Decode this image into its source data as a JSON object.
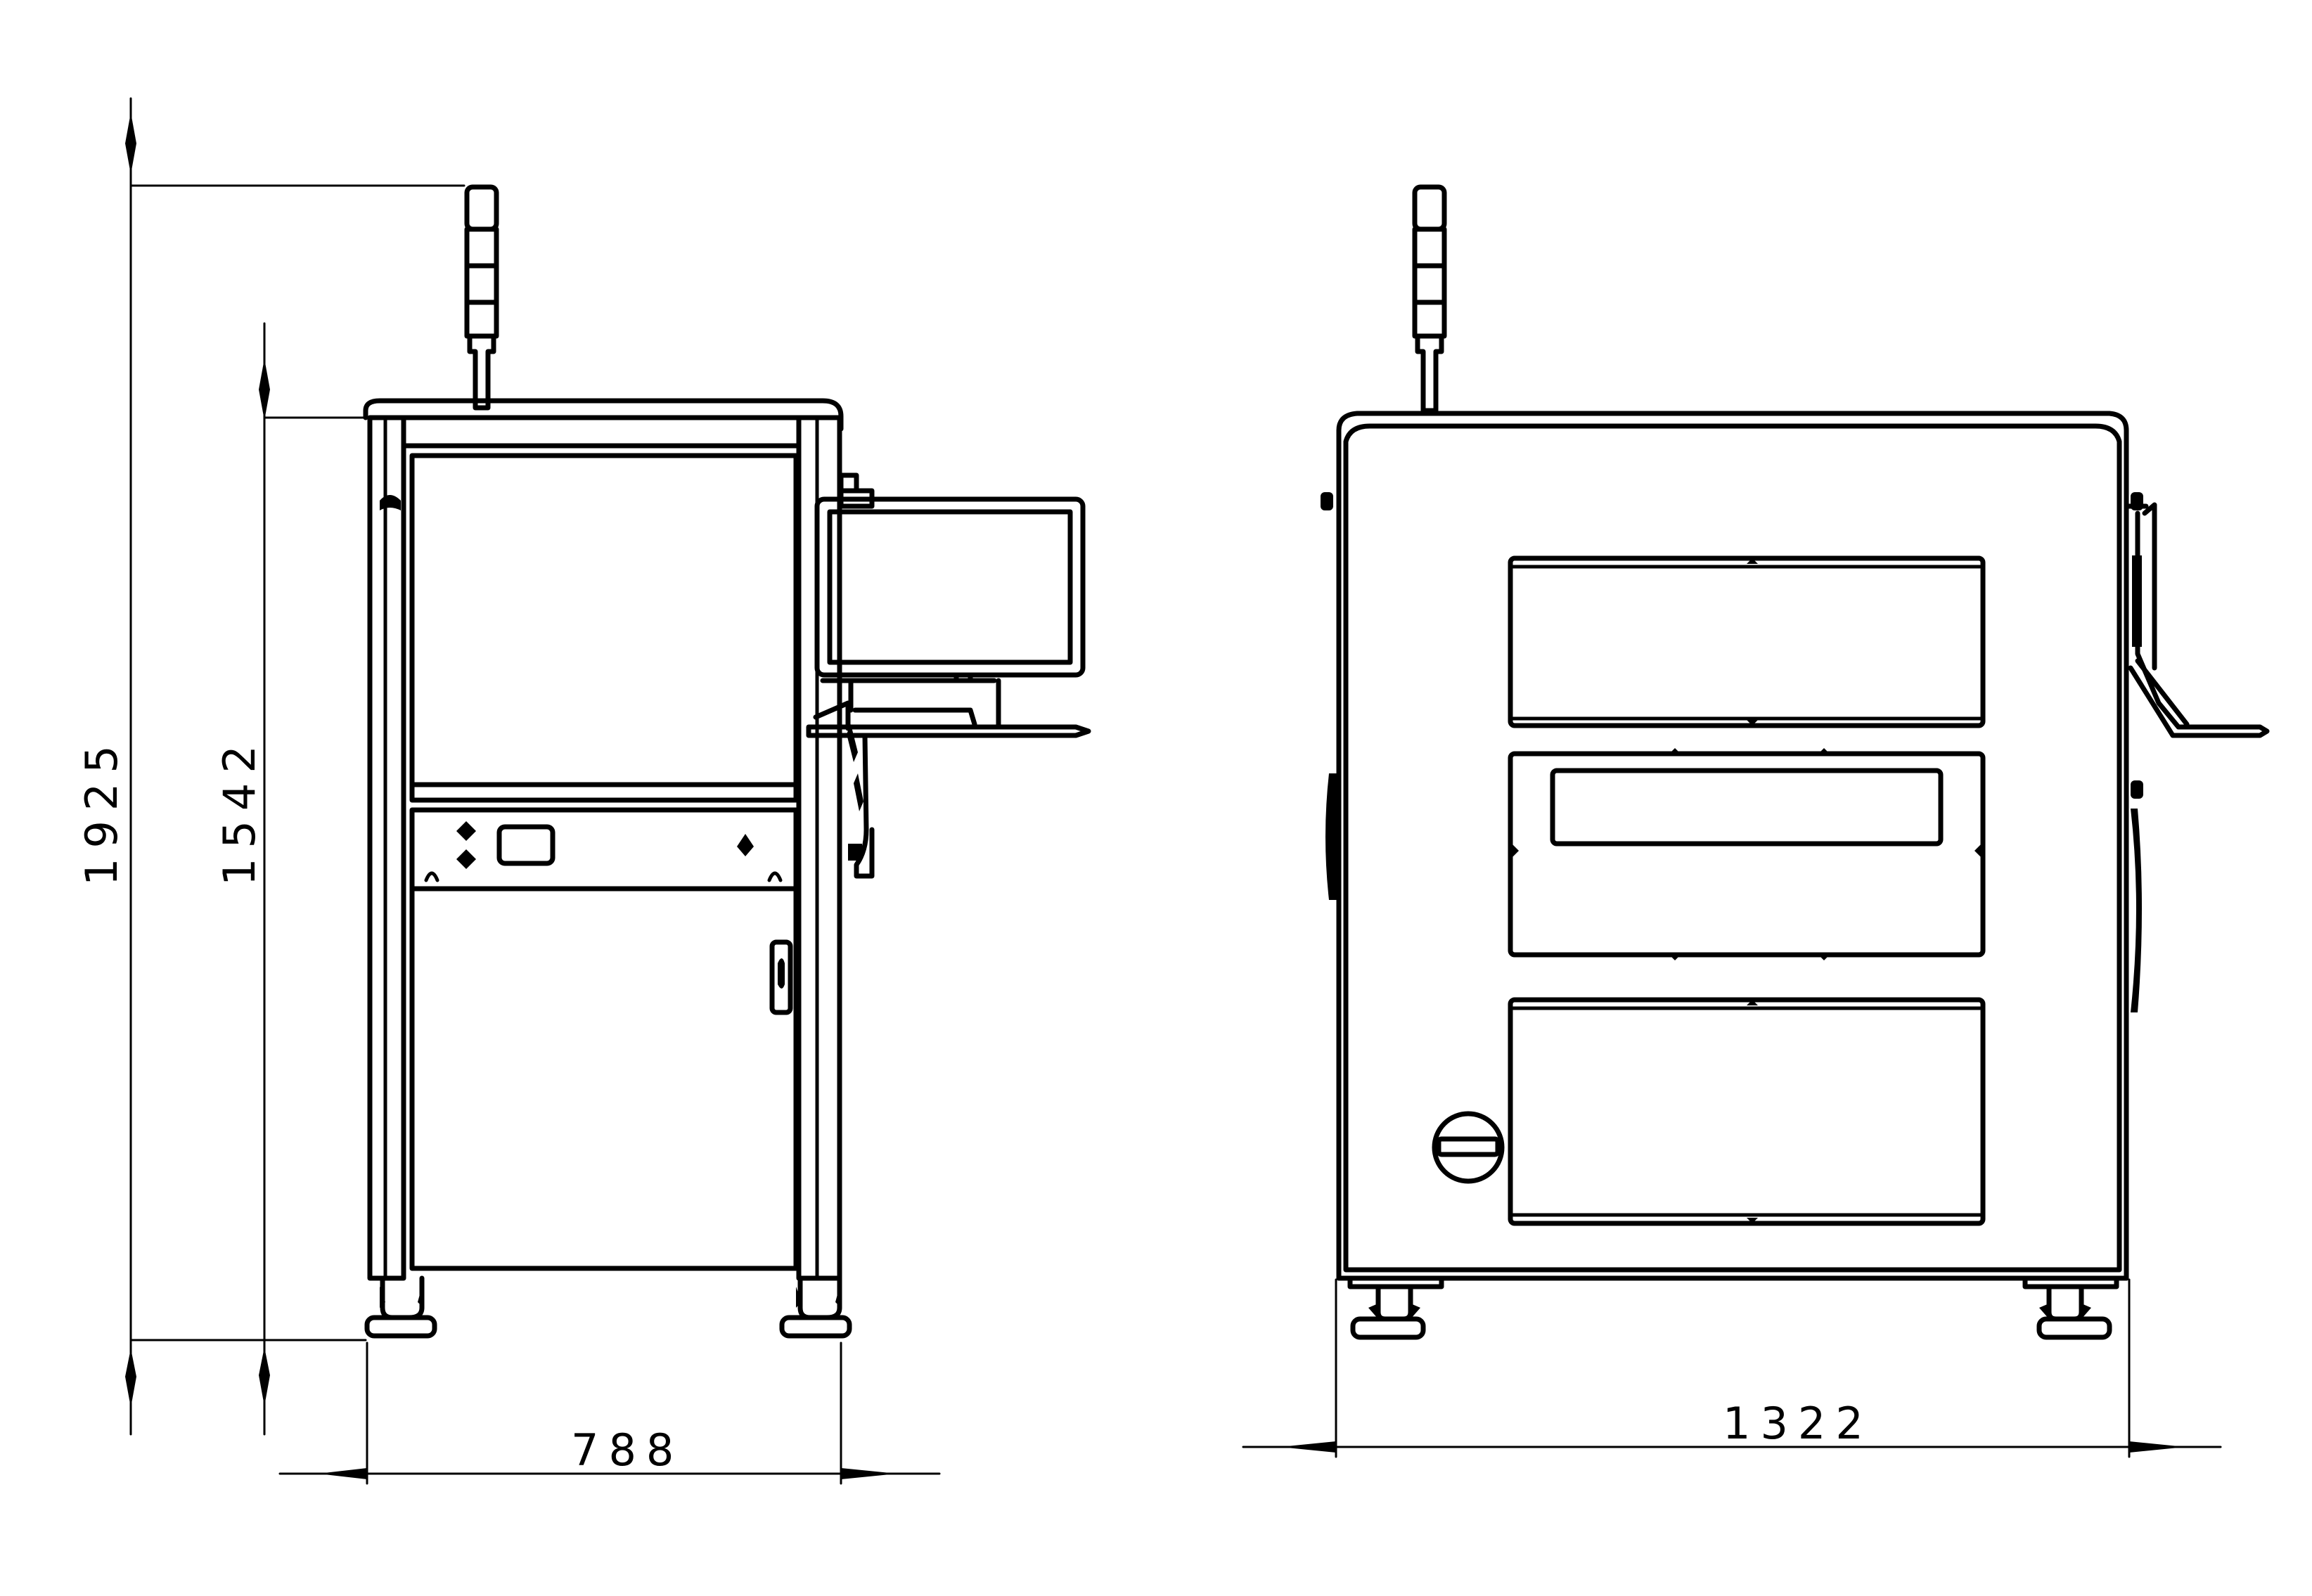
{
  "dimensions": {
    "overall_height": "1925",
    "cabinet_height": "1542",
    "side_width": "788",
    "front_width": "1322"
  }
}
